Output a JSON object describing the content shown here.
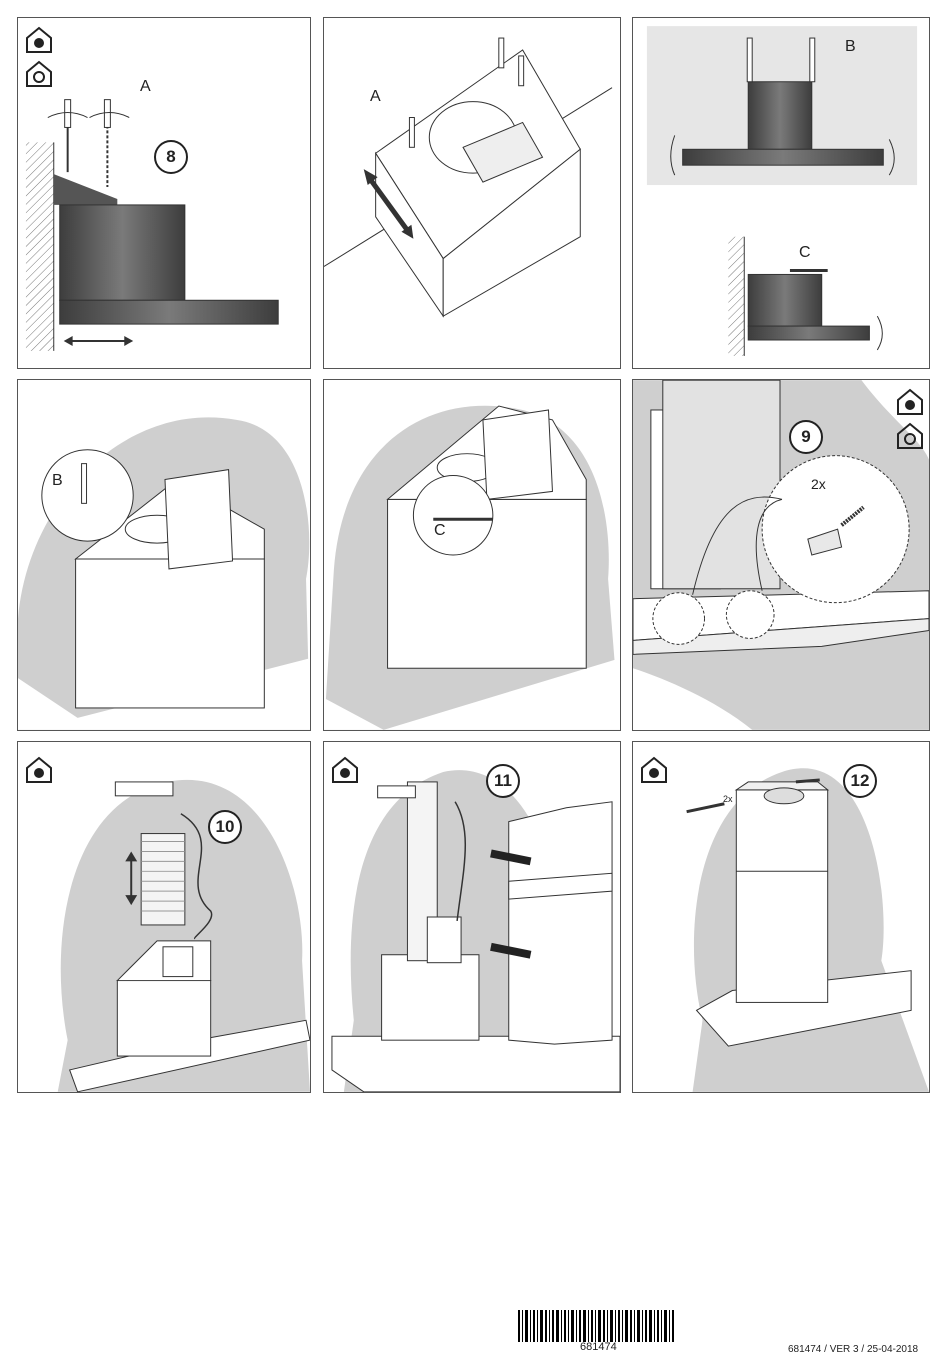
{
  "panels": [
    {
      "id": "p1",
      "labels": {
        "a": "A"
      },
      "step": "8"
    },
    {
      "id": "p2",
      "labels": {
        "a": "A"
      }
    },
    {
      "id": "p3",
      "labels": {
        "b": "B",
        "c": "C"
      }
    },
    {
      "id": "p4",
      "labels": {
        "b": "B"
      }
    },
    {
      "id": "p5",
      "labels": {
        "c": "C"
      }
    },
    {
      "id": "p6",
      "labels": {
        "qty": "2x"
      },
      "step": "9"
    },
    {
      "id": "p7",
      "step": "10"
    },
    {
      "id": "p8",
      "step": "11"
    },
    {
      "id": "p9",
      "labels": {
        "qty": "2x"
      },
      "step": "12"
    }
  ],
  "footer": {
    "barcode_number": "681474",
    "version_text": "681474 / VER 3 / 25-04-2018"
  },
  "colors": {
    "wall_gray": "#cfcfcf",
    "duct_dark": "#5a5a5a",
    "line": "#333333"
  },
  "icons": [
    "house-exhaust-icon",
    "house-recirculation-icon",
    "screwdriver-icon",
    "rotate-arrow-icon"
  ]
}
